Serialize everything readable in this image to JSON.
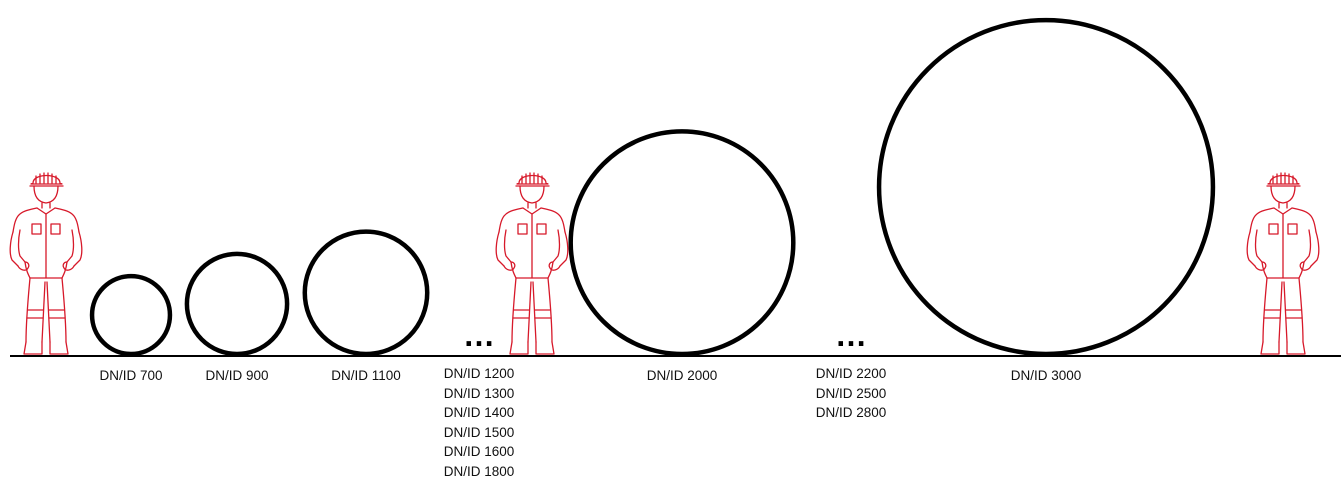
{
  "colors": {
    "pipe_stroke": "#000000",
    "ground_line": "#000000",
    "worker_outline": "#d7192a",
    "text": "#111111"
  },
  "icons": {
    "worker": "construction-worker-icon",
    "ellipsis": "ellipsis-icon"
  },
  "pipes": [
    {
      "label": "DN/ID 700",
      "diameter_mm": 700
    },
    {
      "label": "DN/ID 900",
      "diameter_mm": 900
    },
    {
      "label": "DN/ID 1100",
      "diameter_mm": 1100
    },
    {
      "label": "DN/ID 2000",
      "diameter_mm": 2000
    },
    {
      "label": "DN/ID 3000",
      "diameter_mm": 3000
    }
  ],
  "gaps": [
    {
      "ellipsis": "…",
      "labels": [
        "DN/ID 1200",
        "DN/ID 1300",
        "DN/ID 1400",
        "DN/ID 1500",
        "DN/ID 1600",
        "DN/ID 1800"
      ]
    },
    {
      "ellipsis": "…",
      "labels": [
        "DN/ID 2200",
        "DN/ID 2500",
        "DN/ID 2800"
      ]
    }
  ]
}
